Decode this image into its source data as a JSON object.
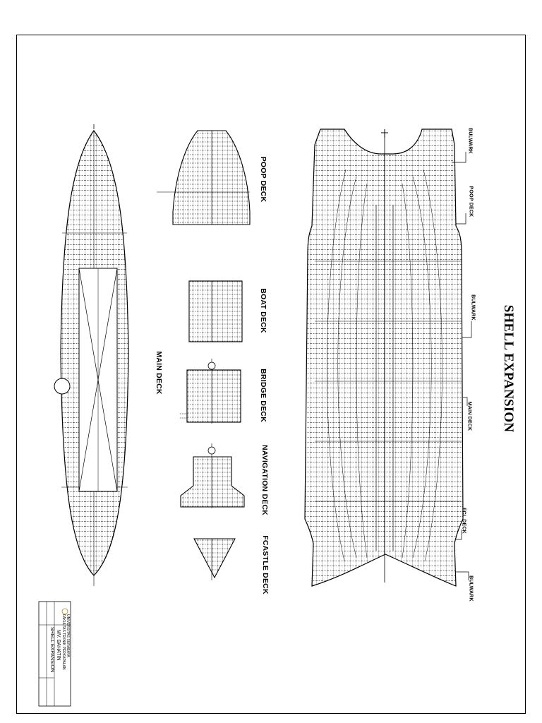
{
  "title": "SHELL EXPANSION",
  "labels": {
    "main_deck": "MAIN DECK",
    "poop_deck": "POOP DECK",
    "boat_deck": "BOAT DECK",
    "bridge_deck": "BRIDGE DECK",
    "navigation_deck": "NAVIGATION DECK",
    "fcastle_deck": "FCASTLE DECK"
  },
  "callouts": {
    "bulwark_aft": "BULWARK",
    "poop_deck": "POOP DECK",
    "bulwark_mid": "BULWARK",
    "main_deck": "MAIN DECK",
    "fcl_deck": "FCL DECK",
    "bulwark_fwd": "BULWARK"
  },
  "title_block": {
    "university": "UNIVERSITAS SURABAYA",
    "faculty": "FAKULTAS TEKNIK PERKAPALAN",
    "ship": "MV. BAHATIN",
    "drawing": "SHELL EXPANSION"
  }
}
